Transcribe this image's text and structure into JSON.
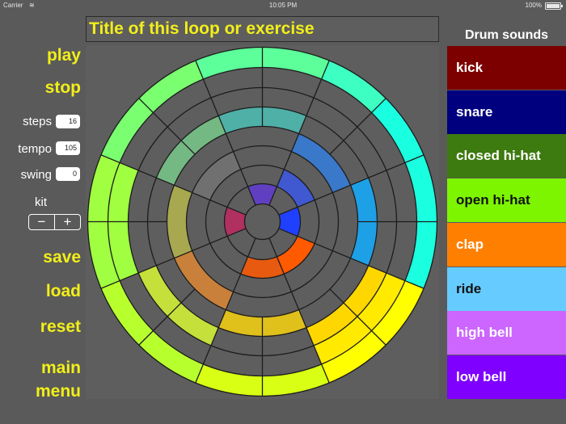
{
  "status_bar": {
    "carrier": "Carrier",
    "time": "10:05 PM",
    "battery": "100%"
  },
  "title": "Title of this loop or exercise",
  "left_menu": {
    "play": "play",
    "stop": "stop",
    "save": "save",
    "load": "load",
    "reset": "reset",
    "main_menu_line1": "main",
    "main_menu_line2": "menu"
  },
  "params": {
    "steps_label": "steps",
    "steps_value": "16",
    "tempo_label": "tempo",
    "tempo_value": "105",
    "swing_label": "swing",
    "swing_value": "0",
    "kit_label": "kit",
    "kit_minus": "−",
    "kit_plus": "+"
  },
  "drum_sounds": {
    "header": "Drum sounds",
    "items": [
      {
        "label": "kick",
        "color": "#7d0000"
      },
      {
        "label": "snare",
        "color": "#00007e"
      },
      {
        "label": "closed hi-hat",
        "color": "#3d7a0f"
      },
      {
        "label": "open hi-hat",
        "color": "#7df500"
      },
      {
        "label": "clap",
        "color": "#ff8000"
      },
      {
        "label": "ride",
        "color": "#66ccff"
      },
      {
        "label": "high bell",
        "color": "#cc66ff"
      },
      {
        "label": "low bell",
        "color": "#7f00ff"
      }
    ]
  },
  "colors": {
    "accent_text": "#f2ef19",
    "background": "#5a5a5a",
    "wheel_bg": "#5e5e5e"
  },
  "pattern": {
    "steps": 16,
    "rings": 8,
    "active_cells": [
      {
        "ring": 7,
        "step": 0,
        "color": "#5cff9a"
      },
      {
        "ring": 7,
        "step": 1,
        "color": "#5cff9a"
      },
      {
        "ring": 7,
        "step": 2,
        "color": "#3dffc2"
      },
      {
        "ring": 7,
        "step": 3,
        "color": "#1affe0"
      },
      {
        "ring": 7,
        "step": 4,
        "color": "#1affe0"
      },
      {
        "ring": 7,
        "step": 6,
        "color": "#ffff00"
      },
      {
        "ring": 7,
        "step": 8,
        "color": "#d8ff14"
      },
      {
        "ring": 7,
        "step": 10,
        "color": "#b8ff2e"
      },
      {
        "ring": 7,
        "step": 12,
        "color": "#a0ff40"
      },
      {
        "ring": 7,
        "step": 14,
        "color": "#7aff70"
      },
      {
        "ring": 6,
        "step": 12,
        "color": "#a0ff40"
      },
      {
        "ring": 6,
        "step": 6,
        "color": "#ffea00"
      },
      {
        "ring": 5,
        "step": 6,
        "color": "#ffd700"
      },
      {
        "ring": 5,
        "step": 10,
        "color": "#c5e03a"
      },
      {
        "ring": 4,
        "step": 0,
        "color": "#4fb0a8"
      },
      {
        "ring": 4,
        "step": 14,
        "color": "#74b884"
      },
      {
        "ring": 4,
        "step": 4,
        "color": "#1ea0e6"
      },
      {
        "ring": 4,
        "step": 8,
        "color": "#e0c01a"
      },
      {
        "ring": 3,
        "step": 2,
        "color": "#3a78c9"
      },
      {
        "ring": 3,
        "step": 12,
        "color": "#a8a850"
      },
      {
        "ring": 3,
        "step": 10,
        "color": "#c8803a"
      },
      {
        "ring": 2,
        "step": 14,
        "color": "#707070"
      },
      {
        "ring": 1,
        "step": 2,
        "color": "#4058d0"
      },
      {
        "ring": 1,
        "step": 6,
        "color": "#ff5a00"
      },
      {
        "ring": 1,
        "step": 8,
        "color": "#e85a10"
      },
      {
        "ring": 0,
        "step": 0,
        "color": "#6040c0"
      },
      {
        "ring": 0,
        "step": 4,
        "color": "#2040ff"
      },
      {
        "ring": 0,
        "step": 12,
        "color": "#b03060"
      }
    ]
  }
}
